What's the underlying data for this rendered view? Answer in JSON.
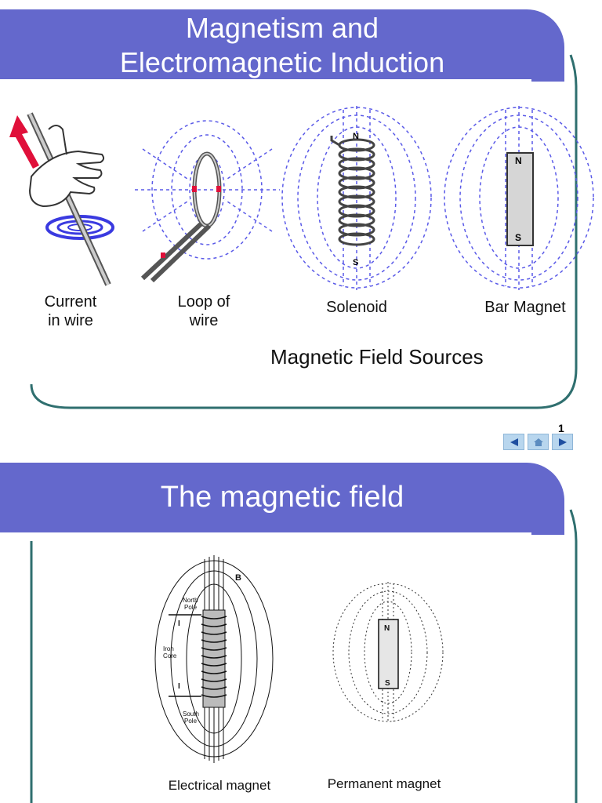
{
  "slide1": {
    "title_line1": "Magnetism and",
    "title_line2": "Electromagnetic Induction",
    "captions": {
      "current_line1": "Current",
      "current_line2": "in wire",
      "loop_line1": "Loop of",
      "loop_line2": "wire",
      "solenoid": "Solenoid",
      "bar_magnet": "Bar Magnet"
    },
    "heading": "Magnetic Field Sources",
    "solenoid_north": "N",
    "solenoid_south": "S",
    "bar_north": "N",
    "bar_south": "S",
    "page_number": "1"
  },
  "nav": {
    "prev_icon": "triangle-left-icon",
    "home_icon": "home-icon",
    "next_icon": "triangle-right-icon"
  },
  "slide2": {
    "title": "The magnetic field",
    "labels": {
      "north_pole_line1": "North",
      "north_pole_line2": "Pole",
      "iron_core_line1": "Iron",
      "iron_core_line2": "Core",
      "south_pole_line1": "South",
      "south_pole_line2": "Pole",
      "current_top": "I",
      "current_bottom": "I",
      "field_b": "B",
      "perm_north": "N",
      "perm_south": "S"
    },
    "caption_electrical": "Electrical magnet",
    "caption_permanent": "Permanent magnet"
  },
  "colors": {
    "title_bar": "#6468cc",
    "frame": "#2f6f6f",
    "field_lines": "#5a5ae8",
    "arrow_red": "#e0103a",
    "nav_button": "#b8d6ee"
  }
}
